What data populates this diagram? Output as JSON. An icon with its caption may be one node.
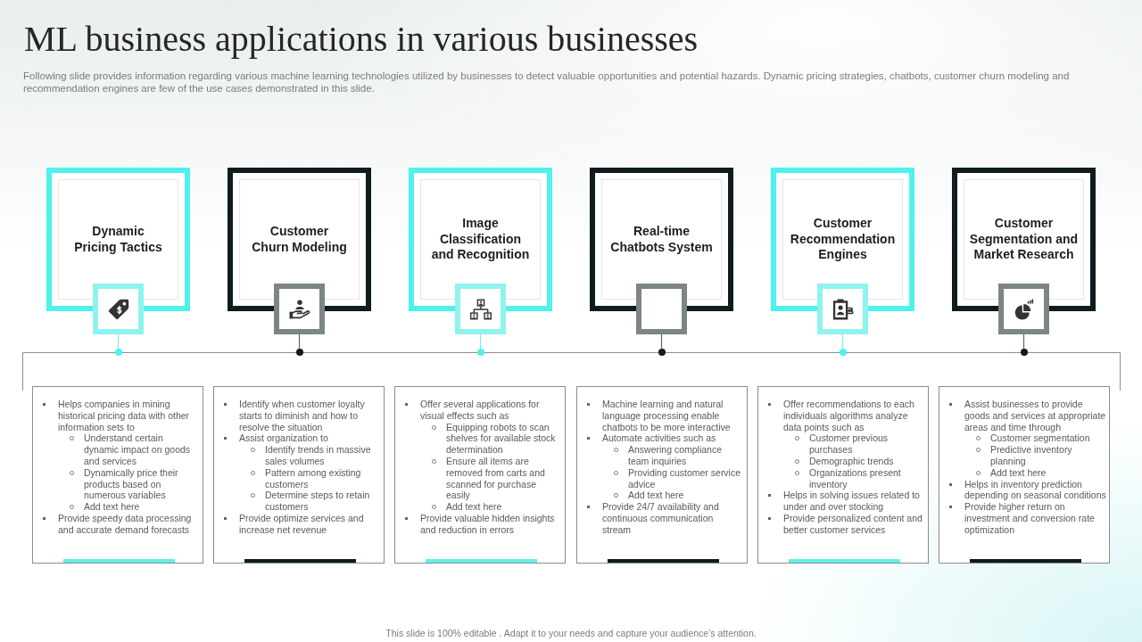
{
  "diagram": {
    "title": "ML business applications in various businesses",
    "nodes": [
      {
        "text": [
          "Dynamic Pricing Tactics"
        ]
      },
      {
        "text": [
          "Customer Churn Modeling"
        ]
      },
      {
        "text": [
          "Image Classification and Recognition"
        ]
      },
      {
        "text": [
          "Real-time Chatbots System"
        ]
      },
      {
        "text": [
          "Customer Recommendation Engines"
        ]
      },
      {
        "text": [
          "Customer Segmentation and Market Research"
        ]
      },
      {
        "text": [],
        "shape": "box"
      },
      {
        "text": [],
        "shape": "box"
      },
      {
        "text": [],
        "shape": "box"
      },
      {
        "text": [],
        "shape": "box"
      },
      {
        "text": [],
        "shape": "box"
      },
      {
        "text": [],
        "shape": "box"
      },
      {
        "text": [],
        "shape": "circle"
      },
      {
        "text": [],
        "shape": "circle"
      },
      {
        "text": [],
        "shape": "circle"
      },
      {
        "text": [],
        "shape": "circle"
      },
      {
        "text": [],
        "shape": "circle"
      },
      {
        "text": [],
        "shape": "circle"
      },
      {
        "text": [
          "Helps companies in mining historical pricing data with other information sets to",
          "Understand certain dynamic impact on goods and services",
          "Dynamically price their products based on numerous variables",
          "Add text here",
          "Provide speedy data processing and accurate demand forecasts"
        ]
      },
      {
        "text": [
          "Identify when customer loyalty starts to diminish and how to resolve the situation",
          "Assist organization to",
          "Identify trends in massive sales volumes",
          "Pattern among existing customers",
          "Determine steps to retain customers",
          "Provide optimize services and increase net revenue"
        ]
      },
      {
        "text": [
          "Offer several applications for visual effects such as",
          "Equipping robots to scan shelves for available stock determination",
          "Ensure all items are removed from carts and scanned for purchase easily",
          "Add text here",
          "Provide valuable hidden insights and reduction in errors"
        ]
      },
      {
        "text": [
          "Machine learning and natural language processing enable chatbots to be more interactive",
          "Automate activities such as",
          "Answering compliance team inquiries",
          "Providing customer service advice",
          "Add text here",
          "Provide 24/7 availability and continuous communication stream"
        ]
      },
      {
        "text": [
          "Offer recommendations to each individuals algorithms analyze data points such as",
          "Customer previous purchases",
          "Demographic trends",
          "Organizations present inventory",
          "Helps in solving issues related to under and over stocking",
          "Provide personalized content and better customer services"
        ]
      },
      {
        "text": [
          "Assist businesses to provide goods and services at appropriate areas and time through",
          "Customer segmentation",
          "Predictive inventory planning",
          "Add text here",
          "Helps in inventory prediction depending on seasonal conditions",
          "Provide higher return on investment and conversion rate optimization"
        ]
      }
    ],
    "edges": [
      {
        "from": 6,
        "to": 12,
        "arrow": "none",
        "color": "#7eeeea"
      },
      {
        "from": 7,
        "to": 13,
        "arrow": "none",
        "color": "#5f6769"
      },
      {
        "from": 8,
        "to": 14,
        "arrow": "none",
        "color": "#7eeeea"
      },
      {
        "from": 9,
        "to": 15,
        "arrow": "none",
        "color": "#5f6769"
      },
      {
        "from": 10,
        "to": 16,
        "arrow": "none",
        "color": "#7eeeea"
      },
      {
        "from": 11,
        "to": 17,
        "arrow": "none",
        "color": "#5f6769"
      }
    ],
    "labels": [
      "Following slide provides information regarding various machine learning technologies utilized by businesses to detect valuable opportunities and potential hazards. Dynamic pricing strategies, chatbots, customer churn modeling and recommendation engines are few of the use cases demonstrated in this slide.",
      "This slide is 100% editable . Adapt it to your needs and capture your audience’s attention."
    ]
  }
}
